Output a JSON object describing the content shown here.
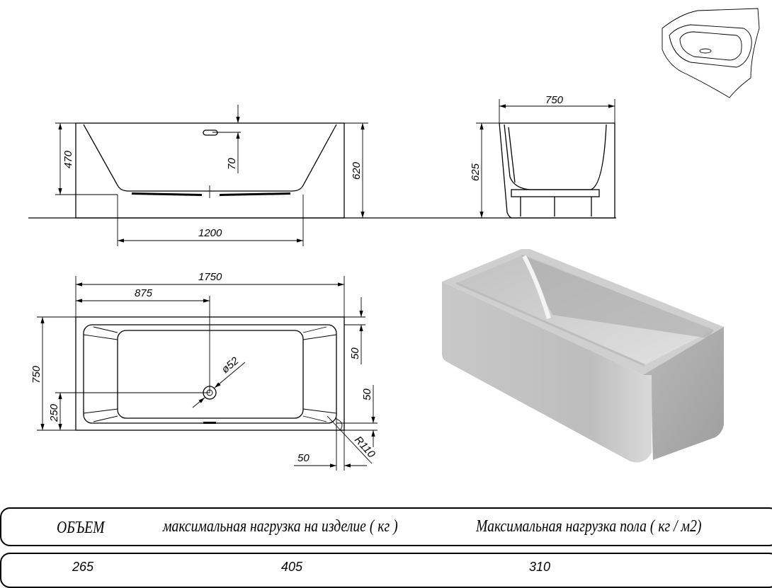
{
  "front_view": {
    "height_inner": "470",
    "overflow_offset": "70",
    "height_total": "620",
    "bottom_width": "1200"
  },
  "side_view": {
    "width": "750",
    "height": "625"
  },
  "plan_view": {
    "length": "1750",
    "drain_x": "875",
    "width": "750",
    "drain_y": "250",
    "drain_diameter": "ø52",
    "rim_top": "50",
    "rim_bottom": "50",
    "rim_side": "50",
    "corner_radius": "R110"
  },
  "table": {
    "headers": [
      "ОБЪЕМ",
      "максимальная нагрузка на изделие ( кг )",
      "Максимальная нагрузка пола ( кг / м2)"
    ],
    "values": [
      "265",
      "405",
      "310"
    ]
  }
}
